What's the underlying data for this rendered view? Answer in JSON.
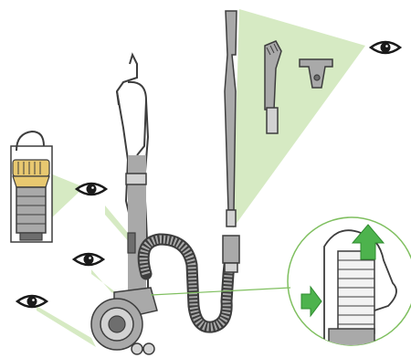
{
  "diagram": {
    "colors": {
      "outline": "#3d3d3d",
      "body_gray": "#a9a9a9",
      "light_gray": "#d2d2d2",
      "dark_gray": "#6e6e6e",
      "sight_cone": "#cfe6b8",
      "leader_line": "#7fbf5f",
      "arrow_green": "#4db34d",
      "arrow_green_dark": "#2e8b2e",
      "accent_yellow": "#e8c870"
    },
    "views": [
      {
        "name": "canister-view",
        "icon": "eye-icon"
      },
      {
        "name": "tools-view",
        "icon": "eye-icon"
      },
      {
        "name": "upper-wand-view",
        "icon": "eye-icon"
      },
      {
        "name": "lower-body-view",
        "icon": "eye-icon"
      },
      {
        "name": "base-view",
        "icon": "eye-icon"
      }
    ],
    "parts": [
      "canister",
      "vacuum-body",
      "wand",
      "hose",
      "brush-tool",
      "stair-tool",
      "cleaner-head",
      "filter-detail"
    ],
    "detail": {
      "name": "filter-magnifier",
      "icons": [
        "up-arrow-icon",
        "right-arrow-icon"
      ]
    }
  }
}
